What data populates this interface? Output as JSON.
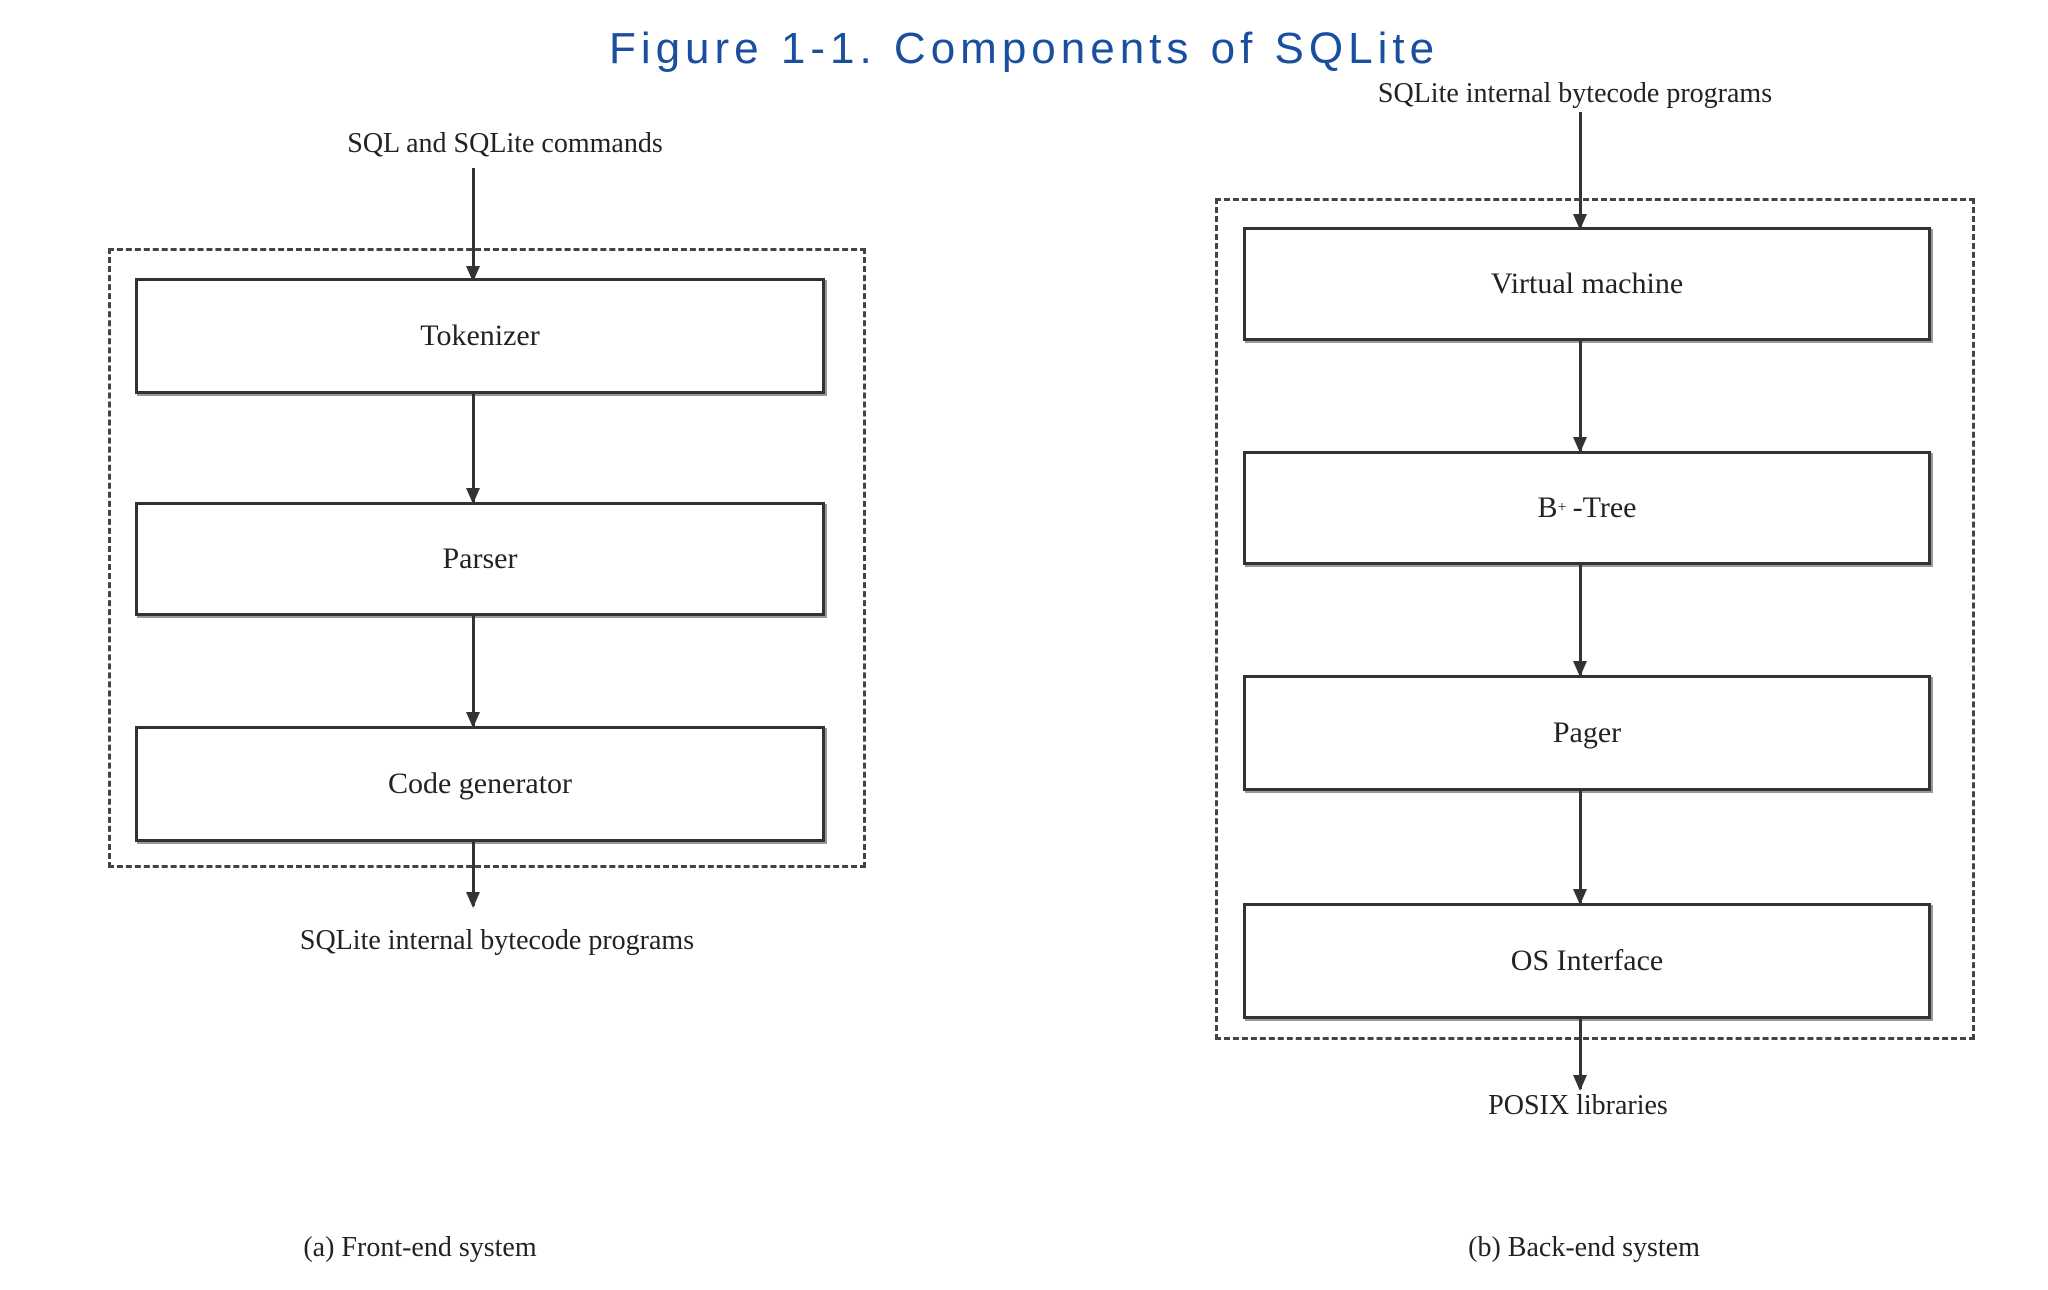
{
  "caption": "Figure 1-1. Components of SQLite",
  "front_end": {
    "input_label": "SQL and SQLite commands",
    "boxes": [
      "Tokenizer",
      "Parser",
      "Code generator"
    ],
    "output_label": "SQLite internal bytecode programs",
    "subcaption": "(a) Front-end system"
  },
  "back_end": {
    "input_label": "SQLite internal bytecode programs",
    "boxes": [
      "Virtual machine",
      "B",
      "-Tree",
      "Pager",
      "OS Interface"
    ],
    "btree_superscript": "+",
    "output_label": "POSIX libraries",
    "subcaption": "(b) Back-end system"
  }
}
